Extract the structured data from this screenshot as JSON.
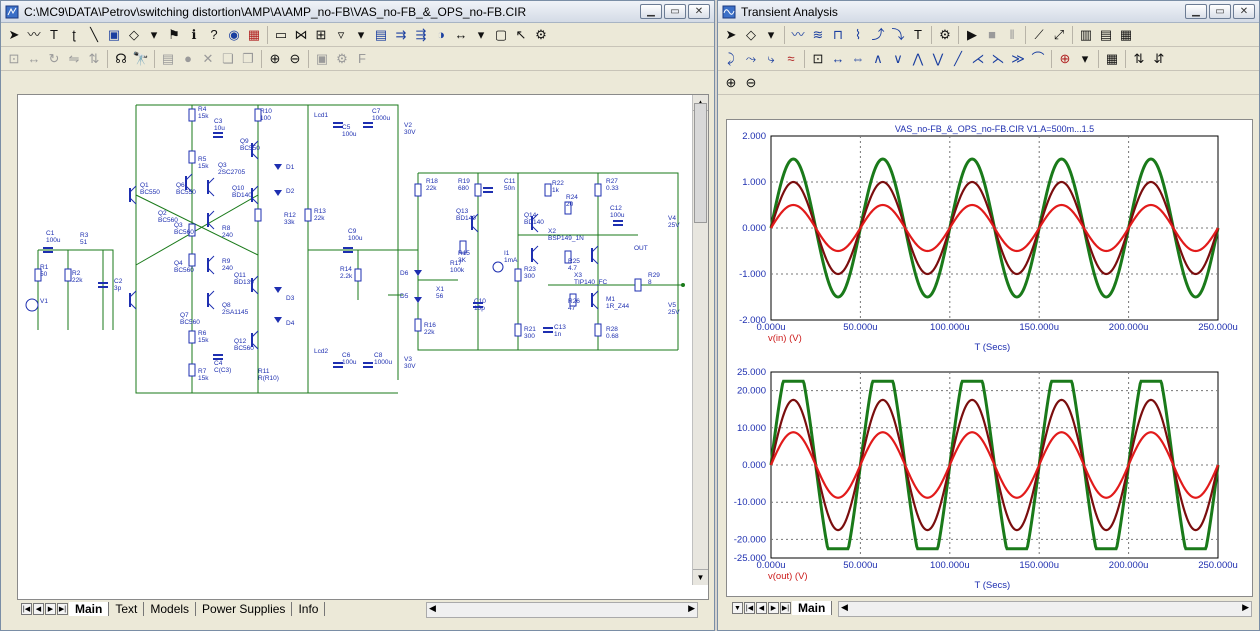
{
  "schematic_window": {
    "title": "C:\\MC9\\DATA\\Petrov\\switching distortion\\AMP\\A\\AMP_no-FB\\VAS_no-FB_&_OPS_no-FB.CIR",
    "tabs": [
      "Main",
      "Text",
      "Models",
      "Power Supplies",
      "Info"
    ],
    "toolbar1": [
      "cursor",
      "wire",
      "text-T",
      "bend",
      "line",
      "label-box",
      "shapes",
      "flag",
      "info",
      "help",
      "globe",
      "pin",
      "TEXT",
      "node-num",
      "pin-conn",
      "vdd",
      "sweep",
      "arrows",
      "arrows2",
      "ON",
      "arrowline",
      "drop",
      "page",
      "select",
      "props"
    ],
    "toolbar2": [
      "grid",
      "move",
      "rotate",
      "flip",
      "mirror",
      "probe",
      "find",
      "props2",
      "warn",
      "close",
      "copy",
      "paste",
      "zoom-in",
      "zoom-out",
      "camera",
      "cog",
      "F"
    ],
    "components": [
      {
        "ref": "R4",
        "val": "15k"
      },
      {
        "ref": "C3",
        "val": "10u"
      },
      {
        "ref": "R10",
        "val": "100"
      },
      {
        "ref": "Lcd1",
        "val": ""
      },
      {
        "ref": "C5",
        "val": "100u"
      },
      {
        "ref": "C7",
        "val": "1000u"
      },
      {
        "ref": "V2",
        "val": "30V"
      },
      {
        "ref": "Q9",
        "val": "BC550"
      },
      {
        "ref": "R5",
        "val": "15k"
      },
      {
        "ref": "Q3",
        "val": "2SC2705"
      },
      {
        "ref": "D1",
        "val": ""
      },
      {
        "ref": "Q1",
        "val": "BC550"
      },
      {
        "ref": "Q6",
        "val": "BC550"
      },
      {
        "ref": "Q10",
        "val": "BD140"
      },
      {
        "ref": "D2",
        "val": ""
      },
      {
        "ref": "R12",
        "val": "33k"
      },
      {
        "ref": "R13",
        "val": "22k"
      },
      {
        "ref": "Q2",
        "val": "BC560"
      },
      {
        "ref": "R8",
        "val": "240"
      },
      {
        "ref": "C1",
        "val": "100u"
      },
      {
        "ref": "R3",
        "val": "51"
      },
      {
        "ref": "R9",
        "val": "240"
      },
      {
        "ref": "C9",
        "val": "100u"
      },
      {
        "ref": "R1",
        "val": "50"
      },
      {
        "ref": "R2",
        "val": "22k"
      },
      {
        "ref": "C2",
        "val": "3p"
      },
      {
        "ref": "Q4",
        "val": "BC560"
      },
      {
        "ref": "Q11",
        "val": "BD139"
      },
      {
        "ref": "R14",
        "val": "2.2k"
      },
      {
        "ref": "V1",
        "val": ""
      },
      {
        "ref": "Q3",
        "val": "BC560"
      },
      {
        "ref": "Q7",
        "val": "BC560"
      },
      {
        "ref": "Q8",
        "val": "2SA1145"
      },
      {
        "ref": "D3",
        "val": ""
      },
      {
        "ref": "D4",
        "val": ""
      },
      {
        "ref": "R6",
        "val": "15k"
      },
      {
        "ref": "Q12",
        "val": "BC560"
      },
      {
        "ref": "C4",
        "val": "C(C3)"
      },
      {
        "ref": "Lcd2",
        "val": ""
      },
      {
        "ref": "C6",
        "val": "100u"
      },
      {
        "ref": "C8",
        "val": "1000u"
      },
      {
        "ref": "V3",
        "val": "30V"
      },
      {
        "ref": "R7",
        "val": "15k"
      },
      {
        "ref": "R11",
        "val": "R(R10)"
      },
      {
        "ref": "R18",
        "val": "22k"
      },
      {
        "ref": "R19",
        "val": "680"
      },
      {
        "ref": "C11",
        "val": "50n"
      },
      {
        "ref": "R22",
        "val": "1k"
      },
      {
        "ref": "R27",
        "val": "0.33"
      },
      {
        "ref": "R24",
        "val": "20"
      },
      {
        "ref": "Q13",
        "val": "BD140"
      },
      {
        "ref": "Q14",
        "val": "BD140"
      },
      {
        "ref": "C12",
        "val": "100u"
      },
      {
        "ref": "V4",
        "val": "25V"
      },
      {
        "ref": "X2",
        "val": "BSP149_1N"
      },
      {
        "ref": "R25",
        "val": "4.7"
      },
      {
        "ref": "R15",
        "val": "3K"
      },
      {
        "ref": "I1",
        "val": "1mA"
      },
      {
        "ref": "R17",
        "val": "100k"
      },
      {
        "ref": "R23",
        "val": "300"
      },
      {
        "ref": "X3",
        "val": "TIP140_FC"
      },
      {
        "ref": "R29",
        "val": "8"
      },
      {
        "ref": "D6",
        "val": ""
      },
      {
        "ref": "D5",
        "val": ""
      },
      {
        "ref": "X1",
        "val": "56"
      },
      {
        "ref": "C10",
        "val": "10p"
      },
      {
        "ref": "R26",
        "val": "47"
      },
      {
        "ref": "M1",
        "val": "1R_Z44"
      },
      {
        "ref": "V5",
        "val": "25V"
      },
      {
        "ref": "R16",
        "val": "22k"
      },
      {
        "ref": "R21",
        "val": "300"
      },
      {
        "ref": "C13",
        "val": "1n"
      },
      {
        "ref": "R28",
        "val": "0.68"
      },
      {
        "ref": "OUT",
        "val": ""
      }
    ]
  },
  "transient_window": {
    "title": "Transient Analysis",
    "tabs": [
      "Main"
    ]
  },
  "chart_data": [
    {
      "type": "line",
      "title": "VAS_no-FB_&_OPS_no-FB.CIR V1.A=500m...1.5",
      "xlabel": "T (Secs)",
      "ylabel": "v(in) (V)",
      "x_ticks": [
        "0.000u",
        "50.000u",
        "100.000u",
        "150.000u",
        "200.000u",
        "250.000u"
      ],
      "y_ticks": [
        "2.000",
        "1.000",
        "0.000",
        "-1.000",
        "-2.000"
      ],
      "xlim": [
        0,
        250
      ],
      "ylim": [
        -2,
        2
      ],
      "grid": true,
      "cycles": 5,
      "series": [
        {
          "amplitude": 1.5,
          "color": "#1a7a1a",
          "clip": null
        },
        {
          "amplitude": 1.0,
          "color": "#7a0e0e",
          "clip": null
        },
        {
          "amplitude": 0.5,
          "color": "#e21b1b",
          "clip": null
        }
      ]
    },
    {
      "type": "line",
      "title": "",
      "xlabel": "T (Secs)",
      "ylabel": "v(out) (V)",
      "x_ticks": [
        "0.000u",
        "50.000u",
        "100.000u",
        "150.000u",
        "200.000u",
        "250.000u"
      ],
      "y_ticks": [
        "25.000",
        "20.000",
        "10.000",
        "0.000",
        "-10.000",
        "-20.000",
        "-25.000"
      ],
      "xlim": [
        0,
        250
      ],
      "ylim": [
        -25,
        25
      ],
      "grid": true,
      "cycles": 5,
      "series": [
        {
          "amplitude": 30.0,
          "color": "#1a7a1a",
          "clip": 22.5
        },
        {
          "amplitude": 17.5,
          "color": "#7a0e0e",
          "clip": null
        },
        {
          "amplitude": 8.8,
          "color": "#e21b1b",
          "clip": null
        }
      ]
    }
  ]
}
